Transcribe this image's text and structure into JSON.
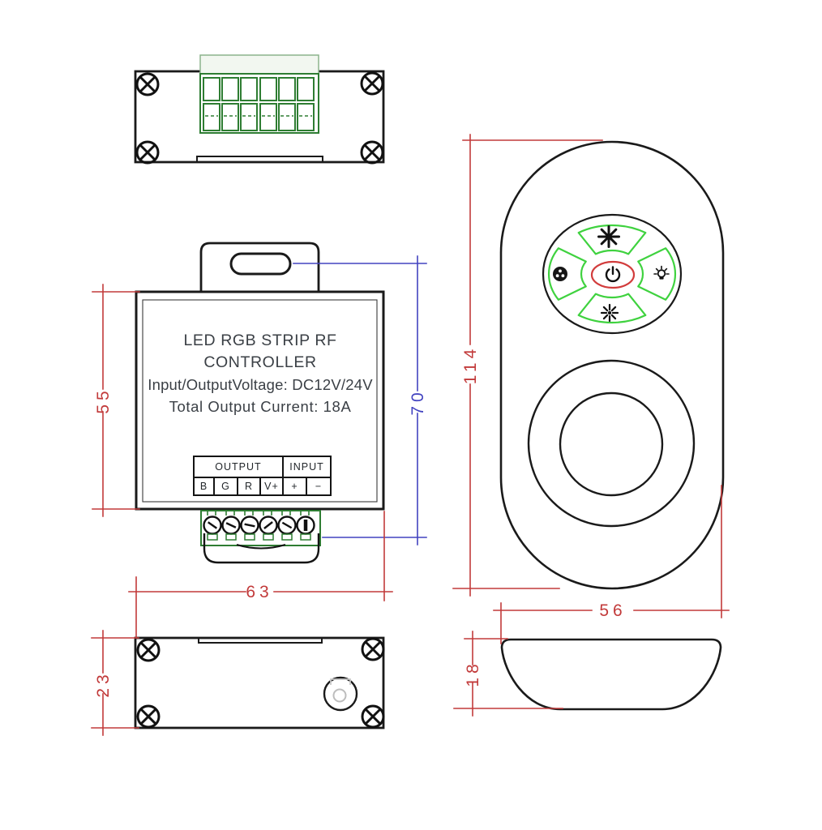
{
  "drawing": {
    "product": {
      "title": "LED RGB STRIP RF CONTROLLER",
      "voltage_line": "Input/OutputVoltage: DC12V/24V",
      "current_line": "Total Output Current: 18A"
    },
    "terminal_table": {
      "output_label": "OUTPUT",
      "input_label": "INPUT",
      "output_cells": [
        "B",
        "G",
        "R",
        "V+"
      ],
      "input_cells": [
        "+",
        "−"
      ]
    },
    "dimensions": {
      "controller_body_height": "55",
      "controller_overall_height": "70",
      "controller_width": "63",
      "controller_depth": "23",
      "remote_height": "114",
      "remote_width": "56",
      "remote_depth": "18"
    },
    "icons": {
      "brightness_up": "8-ray star",
      "brightness_down": "small 8-ray star",
      "color_wheel": "dark disc with dots",
      "light_bulb": "bulb with rays",
      "power": "IEC power symbol"
    },
    "colors": {
      "line_black": "#1a1a1a",
      "dimension_red": "#c23a3a",
      "dimension_blue": "#4243c0",
      "terminal_green": "#2e7d32",
      "remote_button_green": "#3fd23f",
      "power_ring_red": "#d23c3c",
      "label_text": "#3b4046"
    }
  }
}
